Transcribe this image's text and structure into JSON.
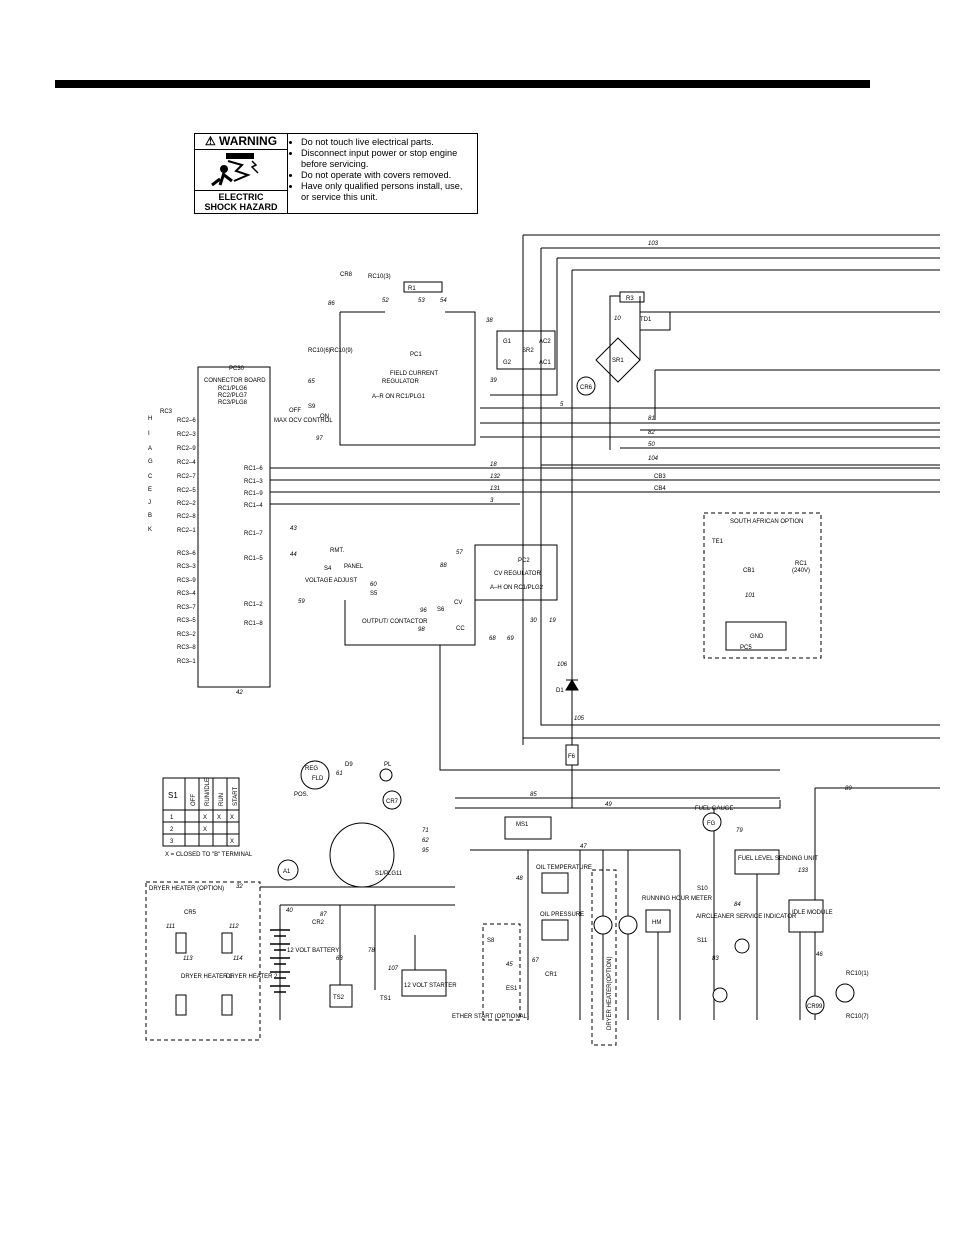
{
  "warning": {
    "title": "WARNING",
    "caption_line1": "ELECTRIC",
    "caption_line2": "SHOCK HAZARD",
    "items": [
      "Do not touch live electrical parts.",
      "Disconnect input power or stop engine before servicing.",
      "Do not operate with covers removed.",
      "Have only qualified persons install, use, or service this unit."
    ]
  },
  "components": {
    "pc1": [
      "PC1",
      "FIELD CURRENT",
      "REGULATOR",
      "A–R ON RC1/PLG1"
    ],
    "pc30": [
      "PC30",
      "CONNECTOR BOARD",
      "RC1/PLG6",
      "RC2/PLG7",
      "RC3/PLG8"
    ],
    "pc2": [
      "PC2",
      "CV REGULATOR",
      "A–H ON RC1/PLG2"
    ],
    "south_african": [
      "SOUTH AFRICAN OPTION",
      "TE1",
      "CB1",
      "RC1",
      "(240V)",
      "PC5",
      "GND"
    ],
    "sr2": [
      "SR2",
      "G1",
      "G2",
      "AC1",
      "AC2"
    ],
    "misc": [
      "SR1",
      "R1",
      "R3",
      "TD1",
      "CR6",
      "CR8",
      "D1",
      "S9",
      "MAX OCV CONTROL",
      "VOLTAGE ADJUST",
      "OUTPUT/ CONTACTOR",
      "S4",
      "S5",
      "S6",
      "RMT.",
      "PANEL",
      "CV",
      "CC",
      "OFF",
      "ON",
      "CB3",
      "CB4",
      "F6",
      "REG",
      "FLD",
      "POS.",
      "D9",
      "PL",
      "CR7",
      "S1/PLG11",
      "MS1",
      "OIL TEMPERATURE",
      "OIL PRESSURE",
      "CR1",
      "FUEL GAUGE",
      "FG",
      "FUEL LEVEL SENDING UNIT",
      "RUNNING HOUR METER",
      "HM",
      "AIRCLEANER SERVICE INDICATOR",
      "S10",
      "S11",
      "IDLE MODULE",
      "CR99",
      "RC10(1)",
      "RC10(7)",
      "RC10(3)",
      "RC10(6)",
      "RC10(9)",
      "DRYER HEATER (OPTION)",
      "CR5",
      "DRYER HEATER 1",
      "DRYER HEATER 2",
      "12 VOLT BATTERY",
      "TS2",
      "TS1",
      "12 VOLT STARTER",
      "ETHER START (OPTIONAL)",
      "S8",
      "ES1",
      "CR2",
      "A1"
    ]
  },
  "s1_table": {
    "header": [
      "S1",
      "OFF",
      "RUN/IDLE",
      "RUN",
      "START"
    ],
    "rows": [
      [
        "1",
        "",
        "X",
        "X",
        "X"
      ],
      [
        "2",
        "",
        "X",
        "",
        ""
      ],
      [
        "3",
        "",
        "",
        "",
        "X"
      ]
    ],
    "note": "X = CLOSED TO \"B\" TERMINAL"
  },
  "connectors": {
    "rc2": [
      "RC2–6",
      "RC2–3",
      "RC2–9",
      "RC2–4",
      "RC2–7",
      "RC2–5",
      "RC2–2",
      "RC2–8",
      "RC2–1"
    ],
    "rc3": [
      "RC3–6",
      "RC3–3",
      "RC3–9",
      "RC3–4",
      "RC3–7",
      "RC3–5",
      "RC3–2",
      "RC3–8",
      "RC3–1"
    ],
    "rc1": [
      "RC1–6",
      "RC1–3",
      "RC1–9",
      "RC1–4",
      "RC1–7",
      "RC1–5",
      "RC1–2",
      "RC1–8"
    ],
    "rc3_pins": [
      "H",
      "I",
      "A",
      "G",
      "C",
      "E",
      "J",
      "B",
      "K"
    ]
  },
  "wires": [
    "103",
    "10",
    "81",
    "82",
    "50",
    "104",
    "18",
    "132",
    "131",
    "3",
    "43",
    "44",
    "59",
    "42",
    "38",
    "39",
    "5",
    "86",
    "52",
    "53",
    "54",
    "65",
    "97",
    "96",
    "98",
    "60",
    "57",
    "88",
    "68",
    "69",
    "30",
    "19",
    "106",
    "105",
    "85",
    "49",
    "47",
    "48",
    "71",
    "62",
    "95",
    "40",
    "32",
    "63",
    "87",
    "78",
    "107",
    "45",
    "79",
    "84",
    "83",
    "89",
    "133",
    "46",
    "112",
    "111",
    "113",
    "114",
    "101",
    "61",
    "67"
  ]
}
